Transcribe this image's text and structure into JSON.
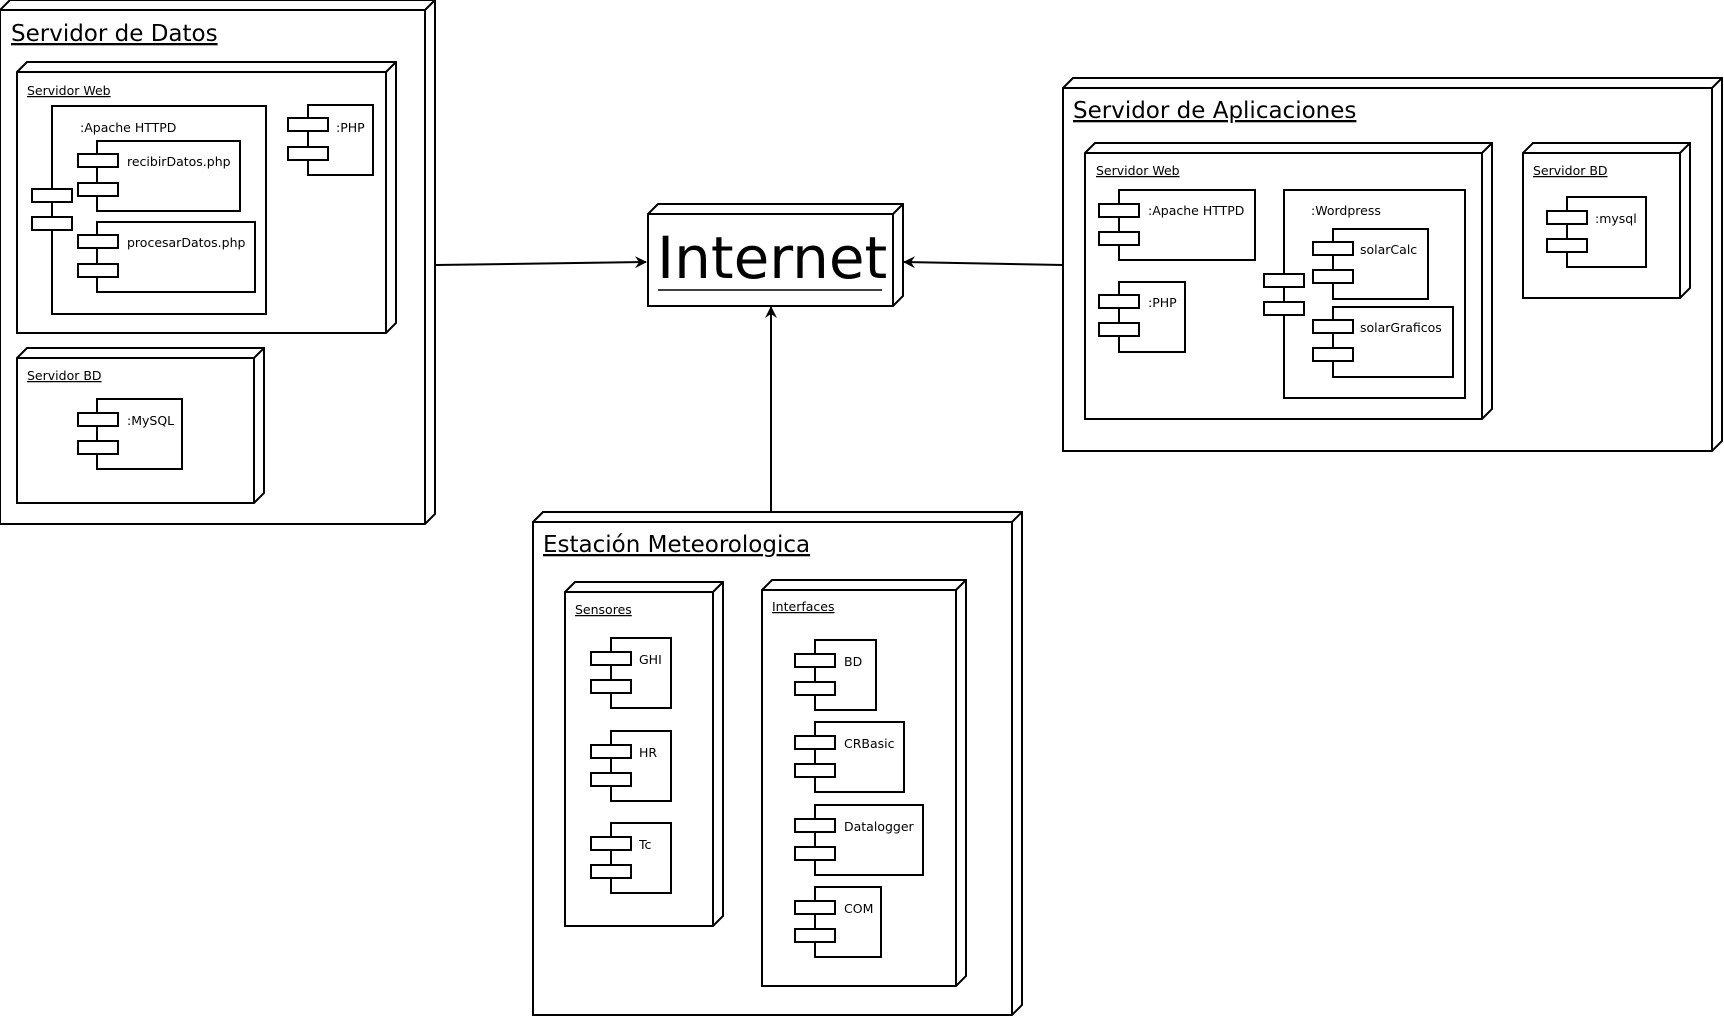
{
  "nodes": {
    "servidor_datos": {
      "title": "Servidor de Datos",
      "web": {
        "title": "Servidor Web",
        "apache": ":Apache HTTPD",
        "recibir": "recibirDatos.php",
        "procesar": "procesarDatos.php",
        "php": ":PHP"
      },
      "bd": {
        "title": "Servidor BD",
        "mysql": ":MySQL"
      }
    },
    "internet": {
      "title": "Internet"
    },
    "servidor_apps": {
      "title": "Servidor de Aplicaciones",
      "web": {
        "title": "Servidor Web",
        "apache": ":Apache HTTPD",
        "php": ":PHP",
        "wordpress": ":Wordpress",
        "solarcalc": "solarCalc",
        "solargraficos": "solarGraficos"
      },
      "bd": {
        "title": "Servidor BD",
        "mysql": ":mysql"
      }
    },
    "estacion": {
      "title": "Estación Meteorologica",
      "sensores": {
        "title": "Sensores",
        "ghi": "GHI",
        "hr": "HR",
        "tc": "Tc"
      },
      "interfaces": {
        "title": "Interfaces",
        "bd": "BD",
        "crbasic": "CRBasic",
        "datalogger": "Datalogger",
        "com": "COM"
      }
    }
  }
}
